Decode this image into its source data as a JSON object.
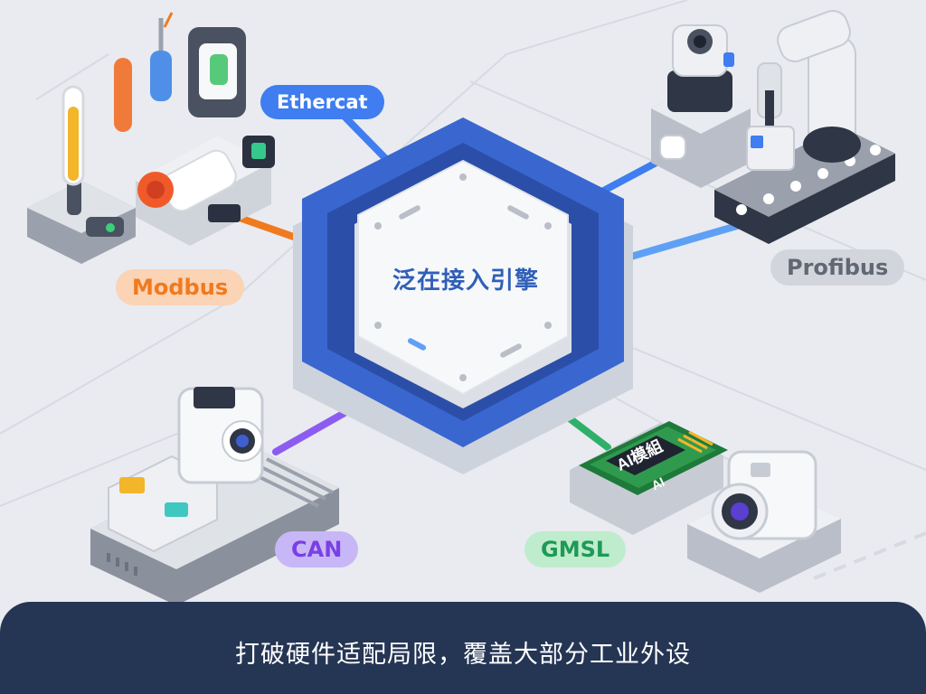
{
  "engine": {
    "label": "泛在接入引擎"
  },
  "protocols": {
    "ethercat": {
      "label": "Ethercat",
      "color": "#3f7df0"
    },
    "modbus": {
      "label": "Modbus",
      "color": "#f07a1e"
    },
    "profibus": {
      "label": "Profibus",
      "color": "#626873"
    },
    "can": {
      "label": "CAN",
      "color": "#7a3fe6"
    },
    "gmsl": {
      "label": "GMSL",
      "color": "#1e9a56"
    }
  },
  "devices": {
    "ai_module": {
      "label": "AI模組",
      "chip_text": "AI"
    }
  },
  "banner": {
    "text": "打破硬件适配局限，覆盖大部分工业外设"
  }
}
